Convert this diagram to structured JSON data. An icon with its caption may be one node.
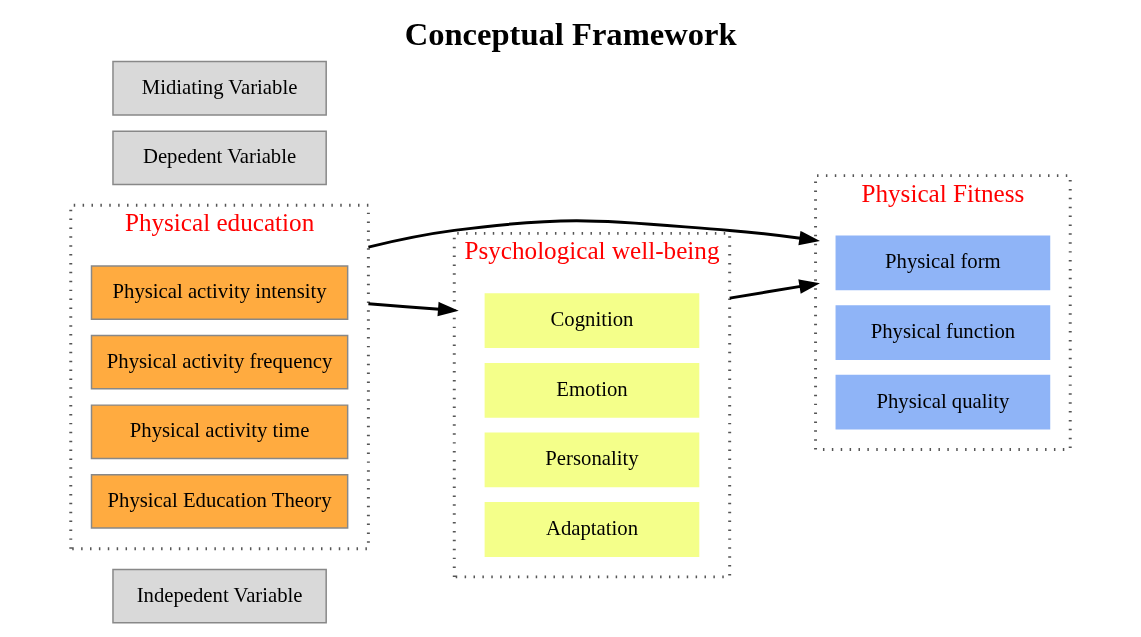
{
  "diagram": {
    "title": "Conceptual Framework",
    "nodes": [
      {
        "text": [
          "Indepedent Variable"
        ]
      },
      {
        "text": [
          "Physical education"
        ]
      },
      {
        "text": [
          "Physical activity intensity"
        ],
        "in": 1
      },
      {
        "text": [
          "Physical activity frequency"
        ],
        "in": 1
      },
      {
        "text": [
          "Physical activity time"
        ],
        "in": 1
      },
      {
        "text": [
          "Physical Education Theory"
        ],
        "in": 1
      },
      {
        "text": [
          "Depedent Variable"
        ]
      },
      {
        "text": [
          "Physical Fitness"
        ]
      },
      {
        "text": [
          "Physical form"
        ],
        "in": 7
      },
      {
        "text": [
          "Physical function"
        ],
        "in": 7
      },
      {
        "text": [
          "Physical quality"
        ],
        "in": 7
      },
      {
        "text": [
          "Psychological well-being"
        ]
      },
      {
        "text": [
          "Cognition"
        ],
        "in": 11
      },
      {
        "text": [
          "Emotion"
        ],
        "in": 11
      },
      {
        "text": [
          "Personality"
        ],
        "in": 11
      },
      {
        "text": [
          "Adaptation"
        ],
        "in": 11
      },
      {
        "text": [
          "Midiating Variable"
        ]
      }
    ],
    "edges": [
      {
        "from": 1,
        "to": 7,
        "arrow": "to"
      },
      {
        "from": 1,
        "to": 11,
        "arrow": "to"
      },
      {
        "from": 11,
        "to": 7,
        "arrow": "to"
      }
    ]
  }
}
